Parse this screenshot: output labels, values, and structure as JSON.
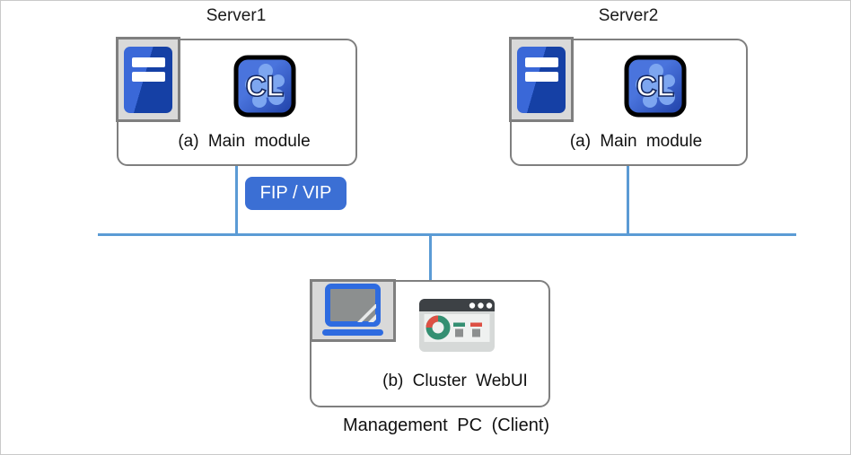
{
  "diagram": {
    "server1": {
      "title": "Server1",
      "module": "(a) Main module"
    },
    "server2": {
      "title": "Server2",
      "module": "(a) Main module"
    },
    "management_pc": {
      "module": "(b) Cluster WebUI",
      "caption": "Management PC (Client)"
    },
    "fip_vip_label": "FIP / VIP",
    "cl_icon_text": "CL"
  },
  "icons": {
    "server1_tile": "server-tower-icon",
    "server2_tile": "server-tower-icon",
    "server1_app": "cluster-app-icon",
    "server2_app": "cluster-app-icon",
    "management_tile": "laptop-icon",
    "management_app": "webui-browser-icon"
  },
  "colors": {
    "network_line": "#5b9bd5",
    "fip_badge": "#3b6fd4",
    "box_border": "#7f7f7f",
    "icon_tile_bg": "#d9d9d9",
    "server_blue_light": "#3a68d8",
    "server_blue_dark": "#1540a5",
    "cl_blue_light": "#4a74dd",
    "cl_blue_dark": "#1e3fa6",
    "cl_gear": "#7da6f0",
    "cl_border": "#000000",
    "laptop_blue": "#2e6be0",
    "screen_gray": "#8c8f8f",
    "browser_header": "#3d4145",
    "browser_body": "#d6d9d8",
    "browser_content": "#eff1f0",
    "donut_teal": "#348f72",
    "accent_red": "#dd5145"
  }
}
